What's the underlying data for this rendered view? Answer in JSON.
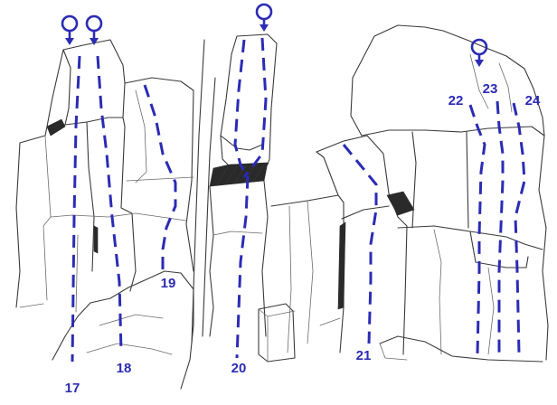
{
  "routes": [
    {
      "id": "r17",
      "number": "17",
      "label_anchor": "middle"
    },
    {
      "id": "r18",
      "number": "18",
      "label_anchor": "middle"
    },
    {
      "id": "r19",
      "number": "19",
      "label_anchor": "middle"
    },
    {
      "id": "r20",
      "number": "20",
      "label_anchor": "middle"
    },
    {
      "id": "r21",
      "number": "21",
      "label_anchor": "middle"
    },
    {
      "id": "r22",
      "number": "22",
      "label_anchor": "middle"
    },
    {
      "id": "r23",
      "number": "23",
      "label_anchor": "middle"
    },
    {
      "id": "r24",
      "number": "24",
      "label_anchor": "middle"
    }
  ],
  "colors": {
    "route": "#2b2bb5",
    "rock_outline": "#3a3a3a",
    "background": "#ffffff"
  },
  "icons": {
    "anchor": "lower-off-anchor-icon"
  },
  "anchors": [
    {
      "route": "17"
    },
    {
      "route": "18"
    },
    {
      "route": "20"
    },
    {
      "route": "23"
    }
  ]
}
